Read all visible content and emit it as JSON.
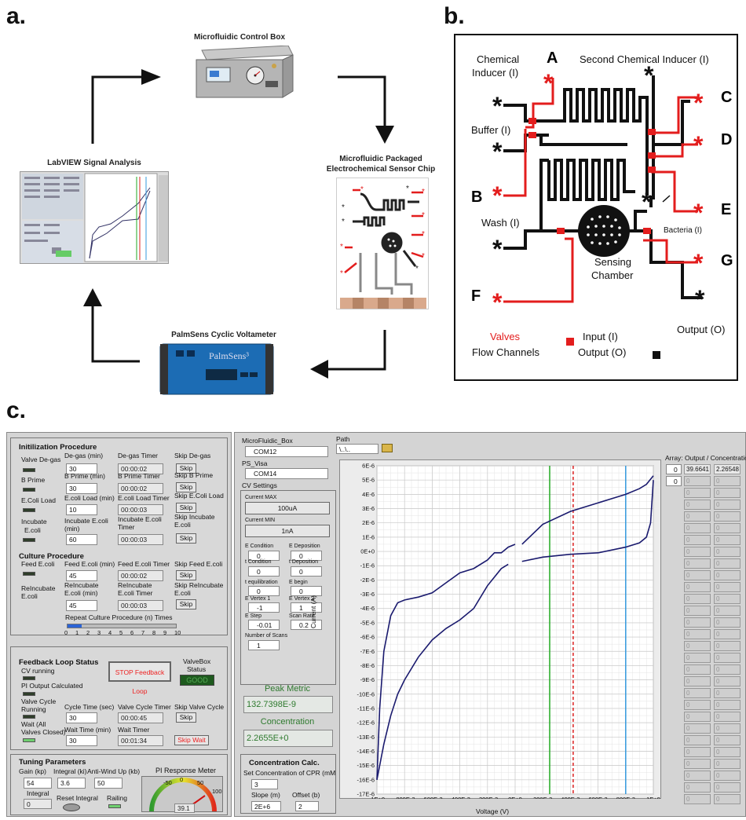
{
  "panels": {
    "a": "a.",
    "b": "b.",
    "c": "c."
  },
  "a": {
    "control_box_caption": "Microfluidic Control Box",
    "labview_caption": "LabVIEW Signal Analysis",
    "chip_caption_1": "Microfluidic Packaged",
    "chip_caption_2": "Electrochemical Sensor Chip",
    "palmsens_caption": "PalmSens Cyclic Voltameter",
    "palmsens_brand": "PalmSens³"
  },
  "b": {
    "chem_inducer_1": "Chemical",
    "chem_inducer_2": "Inducer (I)",
    "second_inducer": "Second Chemical Inducer (I)",
    "buffer": "Buffer (I)",
    "wash": "Wash (I)",
    "bacteria": "Bacteria (I)",
    "sensing_1": "Sensing",
    "sensing_2": "Chamber",
    "output": "Output (O)",
    "valves": "Valves",
    "flow": "Flow Channels",
    "input_l": "Input (I)",
    "output_l": "Output (O)",
    "letters": {
      "A": "A",
      "B": "B",
      "C": "C",
      "D": "D",
      "E": "E",
      "F": "F",
      "G": "G"
    }
  },
  "c": {
    "init": {
      "title": "Initilization Procedure",
      "valve_degas": "Valve De-gas",
      "degas_min": "De-gas (min)",
      "degas_val": "30",
      "degas_timer": "De-gas Timer",
      "degas_timer_val": "00:00:02",
      "skip_degas": "Skip De-gas",
      "b_prime": "B Prime",
      "bprime_min": "B Prime (min)",
      "bprime_val": "30",
      "bprime_timer": "B Prime Timer",
      "bprime_timer_val": "00:00:02",
      "skip_bprime": "Skip B Prime",
      "ecoli_load": "E.Coli Load",
      "ecoli_load_min": "E.coli Load (min)",
      "ecoli_load_val": "10",
      "ecoli_load_timer": "E.coli Load Timer",
      "ecoli_load_timer_val": "00:00:03",
      "skip_ecoli_load": "Skip E.Coli Load",
      "incubate": "Incubate",
      "incubate2": "E.coli",
      "incubate_min1": "Incubate E.coli",
      "incubate_min2": "(min)",
      "incubate_val": "60",
      "incubate_timer1": "Incubate E.coli",
      "incubate_timer2": "Timer",
      "incubate_timer_val": "00:00:03",
      "skip_incubate1": "Skip Incubate",
      "skip_incubate2": "E.coli",
      "skip": "Skip"
    },
    "culture": {
      "title": "Culture Procedure",
      "feed": "Feed E.coli",
      "feed_min": "Feed E.coli (min)",
      "feed_val": "45",
      "feed_timer": "Feed E.coli Timer",
      "feed_timer_val": "00:00:02",
      "skip_feed": "Skip Feed E.coli",
      "reincubate": "ReIncubate",
      "reincubate2": "E.coli",
      "reinc_min1": "ReIncubate",
      "reinc_min2": "E.coli (min)",
      "reinc_val": "45",
      "reinc_timer1": "ReIncubate",
      "reinc_timer2": "E.coli Timer",
      "reinc_timer_val": "00:00:03",
      "skip_reinc1": "Skip ReIncubate",
      "skip_reinc2": "E.coli",
      "repeat": "Repeat Culture Procedure (n) Times",
      "repeat_value": 1.3,
      "scale": [
        "0",
        "1",
        "2",
        "3",
        "4",
        "5",
        "6",
        "7",
        "8",
        "9",
        "10"
      ]
    },
    "feedback": {
      "title": "Feedback Loop Status",
      "cv_running": "CV running",
      "pi_output": "PI Output Calculated",
      "valve_cycle1": "Valve Cycle",
      "valve_cycle2": "Running",
      "cycle_time": "Cycle Time (sec)",
      "cycle_val": "30",
      "valve_timer": "Valve Cycle Timer",
      "valve_timer_val": "00:00:45",
      "skip_valve": "Skip Valve Cycle",
      "wait1": "Wait (All",
      "wait2": "Valves Closed)",
      "wait_time": "Wait Time (min)",
      "wait_val": "30",
      "wait_timer": "Wait Timer",
      "wait_timer_val": "00:01:34",
      "skip_wait": "Skip Wait",
      "stop": "STOP Feedback Loop",
      "valvebox": "ValveBox",
      "status": "Status",
      "good": "GOOD"
    },
    "tuning": {
      "title": "Tuning Parameters",
      "gain": "Gain (kp)",
      "gain_val": "54",
      "integral": "Integral (ki)",
      "integral_val": "3.6",
      "antiwind": "Anti-Wind Up (kb)",
      "antiwind_val": "50",
      "integral_ind": "Integral",
      "integral_ind_val": "0",
      "reset": "Reset Integral",
      "railing": "Railing",
      "meter": "PI Response Meter",
      "meter_ticks": [
        "-50",
        "0",
        "50",
        "100"
      ],
      "meter_val": "39.1"
    },
    "settings": {
      "mf_box": "MicroFluidic_Box",
      "com12": "COM12",
      "ps_visa": "PS_Visa",
      "com14": "COM14",
      "path": "Path",
      "path_val": "\\..\\..",
      "cv_settings": "CV Settings",
      "current_max": "Current MAX",
      "current_max_val": "100uA",
      "current_min": "Current MIN",
      "current_min_val": "1nA",
      "e_condition": "E Condition",
      "e_condition_val": "0",
      "e_deposition": "E Deposition",
      "e_deposition_val": "0",
      "t_condition": "t Condition",
      "t_condition_val": "0",
      "t_deposition": "t Deposition",
      "t_deposition_val": "0",
      "t_equil": "t equilibration",
      "t_equil_val": "0",
      "e_begin": "E begin",
      "e_begin_val": "0",
      "e_vertex1": "E Vertex 1",
      "e_vertex1_val": "-1",
      "e_vertex2": "E Vertex 2",
      "e_vertex2_val": "1",
      "e_step": "E Step",
      "e_step_val": "-0.01",
      "scan_rate": "Scan Rate",
      "scan_rate_val": "0.2",
      "num_scans": "Number of Scans",
      "num_scans_val": "1",
      "peak_metric": "Peak Metric",
      "peak_val": "132.7398E-9",
      "concentration": "Concentration",
      "conc_val": "2.2655E+0",
      "conc_calc": "Concentration Calc.",
      "set_conc": "Set Concentration of CPR (mM",
      "set_conc_val": "3",
      "slope": "Slope (m)",
      "slope_val": "2E+6",
      "offset": "Offset (b)",
      "offset_val": "2"
    },
    "array": {
      "title": "Array: Output / Concentration",
      "idx1": "0",
      "idx2": "0",
      "v1": "39.6641",
      "v2": "2.26548",
      "zero": "0"
    }
  },
  "chart_data": {
    "type": "line",
    "xlabel": "Voltage (V)",
    "ylabel": "Current (A)",
    "xlim": [
      -1,
      1
    ],
    "ylim": [
      -1.7e-05,
      6e-06
    ],
    "xticks": [
      "-1E+0",
      "-800E-3",
      "-600E-3",
      "-400E-3",
      "-200E-3",
      "0E+0",
      "200E-3",
      "400E-3",
      "600E-3",
      "800E-3",
      "1E+0"
    ],
    "yticks": [
      "6E-6",
      "5E-6",
      "4E-6",
      "3E-6",
      "2E-6",
      "1E-6",
      "0E+0",
      "-1E-6",
      "-2E-6",
      "-3E-6",
      "-4E-6",
      "-5E-6",
      "-6E-6",
      "-7E-6",
      "-8E-6",
      "-9E-6",
      "-10E-6",
      "-11E-6",
      "-12E-6",
      "-13E-6",
      "-14E-6",
      "-15E-6",
      "-16E-6",
      "-17E-6"
    ],
    "grid": true,
    "vlines": [
      {
        "x": 0.25,
        "color": "#22aa22"
      },
      {
        "x": 0.42,
        "color": "#dd2222",
        "dashed": true
      },
      {
        "x": 0.8,
        "color": "#3399dd"
      }
    ],
    "series": [
      {
        "x": [
          -1,
          -0.98,
          -0.95,
          -0.9,
          -0.85,
          -0.8,
          -0.7,
          -0.6,
          -0.5,
          -0.4,
          -0.3,
          -0.2,
          -0.15,
          -0.1,
          -0.05,
          0
        ],
        "y": [
          -1.6e-05,
          -1.1e-05,
          -7e-06,
          -4.5e-06,
          -3.6e-06,
          -3.4e-06,
          -3.2e-06,
          -2.9e-06,
          -2.2e-06,
          -1.5e-06,
          -1.2e-06,
          -6e-07,
          -1e-07,
          -1e-07,
          3e-07,
          5e-07
        ],
        "color": "#1a1a6e"
      },
      {
        "x": [
          0.05,
          0.2,
          0.4,
          0.6,
          0.8,
          0.9,
          0.95,
          1
        ],
        "y": [
          5e-07,
          1.9e-06,
          2.8e-06,
          3.4e-06,
          4e-06,
          4.4e-06,
          4.7e-06,
          5.3e-06
        ],
        "color": "#1a1a6e"
      },
      {
        "x": [
          1,
          0.98,
          0.95,
          0.9,
          0.8,
          0.6,
          0.4,
          0.2,
          0.05
        ],
        "y": [
          5e-06,
          2e-06,
          1e-06,
          6e-07,
          3e-07,
          -1e-07,
          -2e-07,
          -4e-07,
          -7e-07
        ],
        "color": "#1a1a6e"
      },
      {
        "x": [
          -0.05,
          -0.1,
          -0.2,
          -0.3,
          -0.4,
          -0.5,
          -0.6,
          -0.7,
          -0.8,
          -0.85,
          -0.9,
          -0.95,
          -1
        ],
        "y": [
          -9e-07,
          -1.2e-06,
          -2.4e-06,
          -4e-06,
          -4.8e-06,
          -5.4e-06,
          -6.2e-06,
          -7.4e-06,
          -9e-06,
          -1e-05,
          -1.15e-05,
          -1.35e-05,
          -1.6e-05
        ],
        "color": "#1a1a6e"
      }
    ]
  }
}
